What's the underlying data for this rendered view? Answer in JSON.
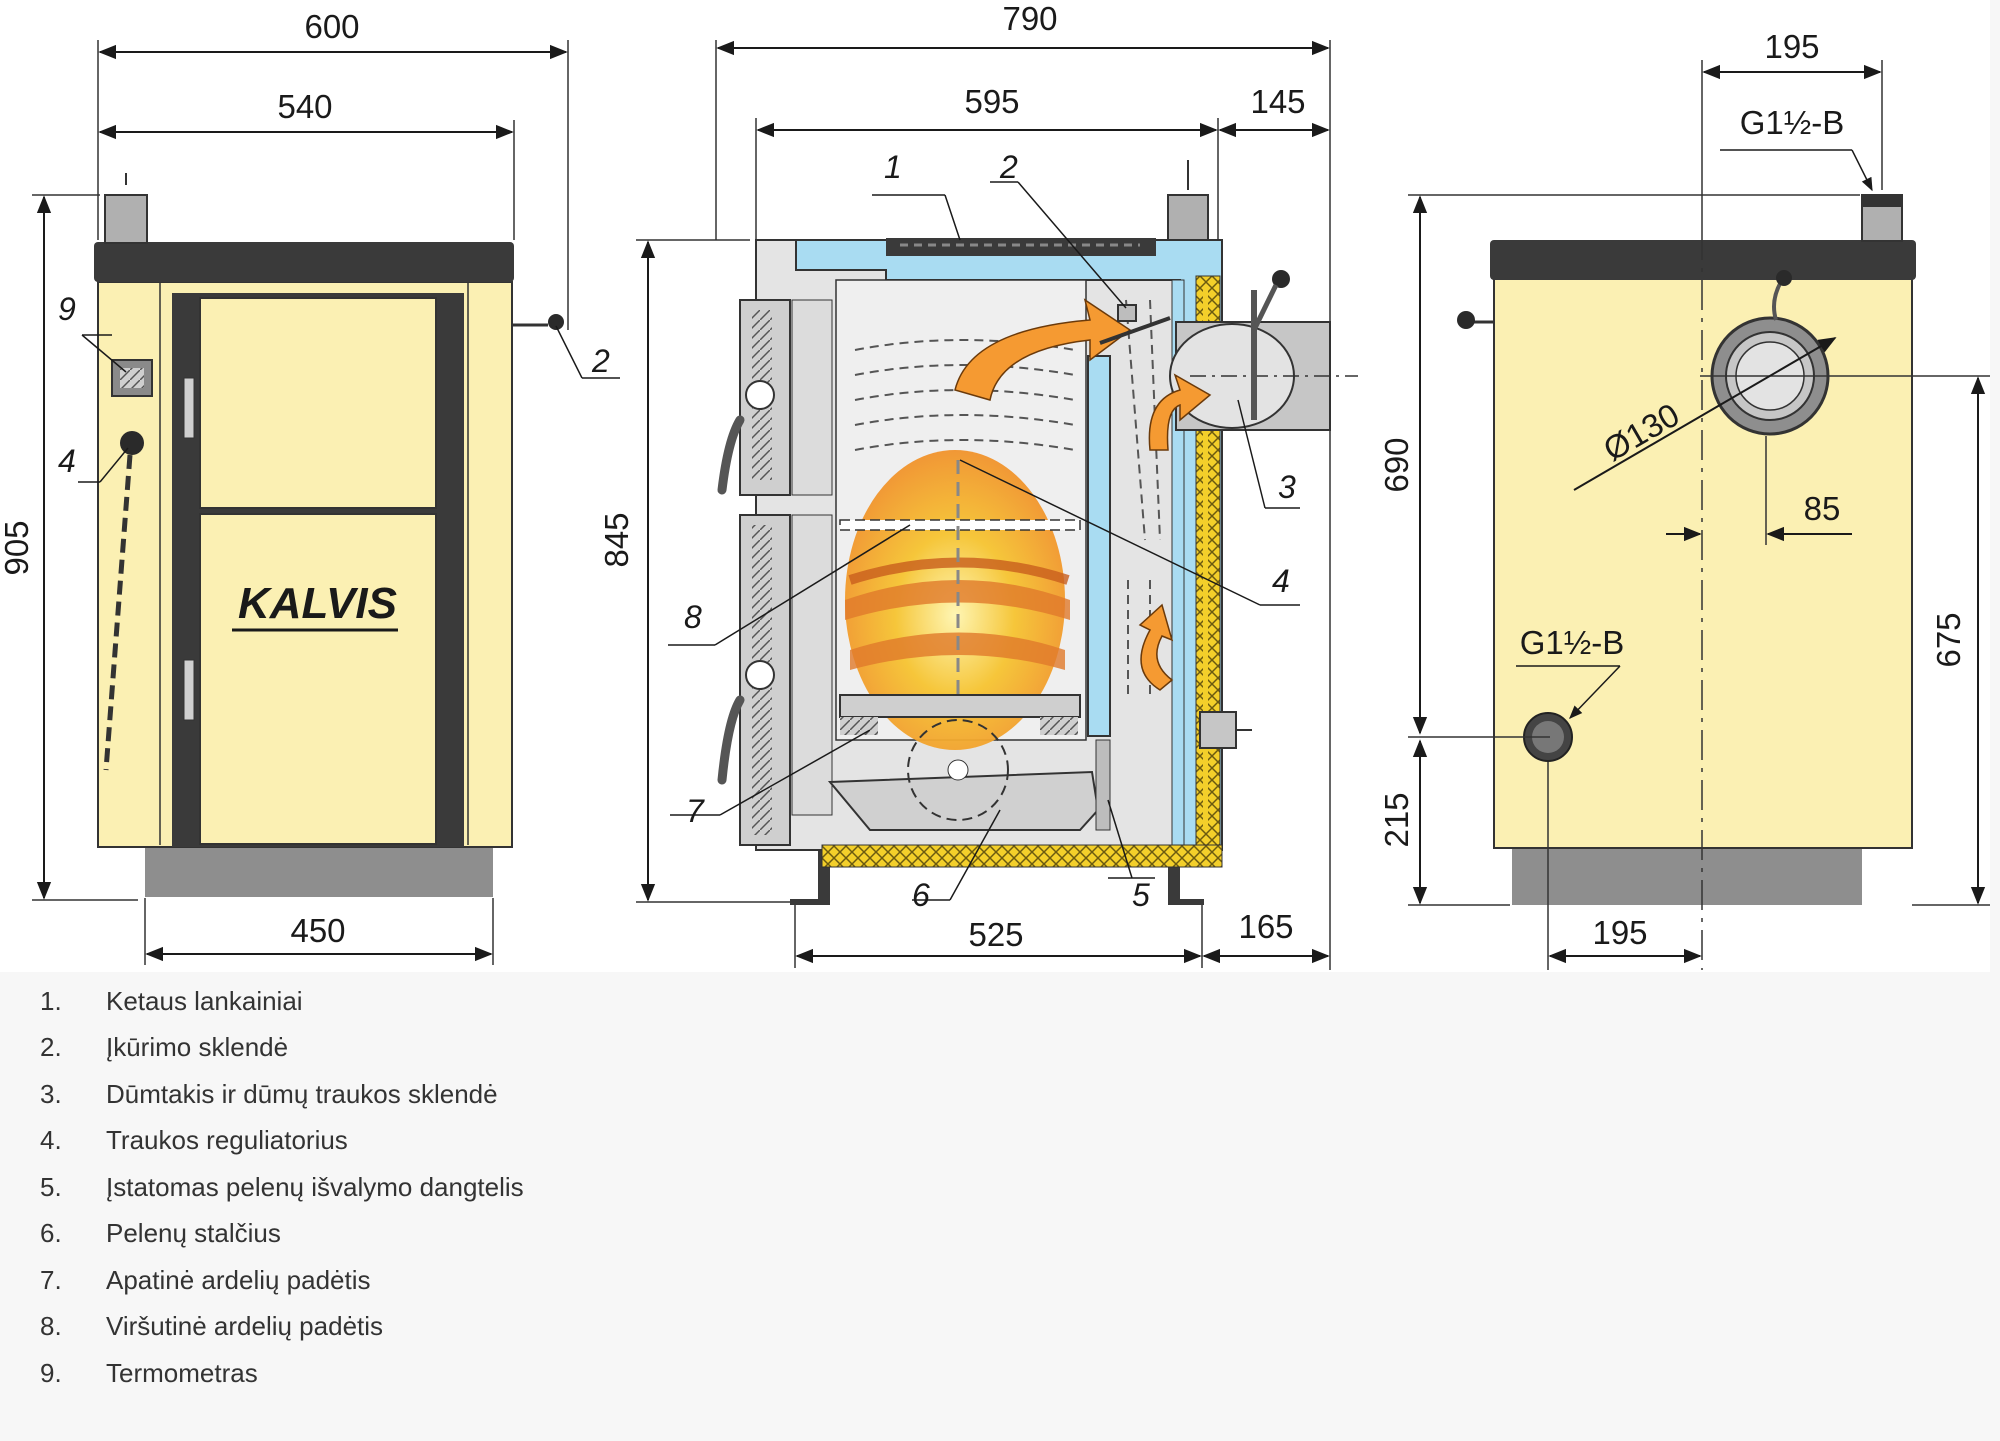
{
  "diagram": {
    "brand": "KALVIS",
    "dimensions": {
      "front_total_width": "600",
      "front_top_width": "540",
      "front_height": "905",
      "front_base_width": "450",
      "section_total_width": "790",
      "section_body_width": "595",
      "section_flue_depth": "145",
      "section_height": "845",
      "section_base_width": "525",
      "section_flue_extension": "165",
      "side_top_offset": "195",
      "side_outlet_thread": "G1½-B",
      "side_flue_height": "690",
      "side_flue_diameter": "Ø130",
      "side_flue_offset": "85",
      "side_inlet_height_from_top": "675",
      "side_inlet_thread": "G1½-B",
      "side_inlet_height": "215",
      "side_bottom_offset": "195"
    },
    "callouts": [
      "1",
      "2",
      "3",
      "4",
      "5",
      "6",
      "7",
      "8",
      "9"
    ],
    "colors": {
      "body": "#fbf0b3",
      "dark": "#3a3a3a",
      "base": "#8e8e8e",
      "water": "#a9dcf2",
      "insulation": "#f3cf2a",
      "flame": "#f59a32"
    }
  },
  "legend": [
    {
      "num": "1.",
      "text": "Ketaus lankainiai"
    },
    {
      "num": "2.",
      "text": "Įkūrimo sklendė"
    },
    {
      "num": "3.",
      "text": "Dūmtakis ir dūmų traukos sklendė"
    },
    {
      "num": "4.",
      "text": "Traukos reguliatorius"
    },
    {
      "num": "5.",
      "text": "Įstatomas pelenų išvalymo dangtelis"
    },
    {
      "num": "6.",
      "text": "Pelenų stalčius"
    },
    {
      "num": "7.",
      "text": "Apatinė ardelių padėtis"
    },
    {
      "num": "8.",
      "text": "Viršutinė ardelių padėtis"
    },
    {
      "num": "9.",
      "text": "Termometras"
    }
  ]
}
